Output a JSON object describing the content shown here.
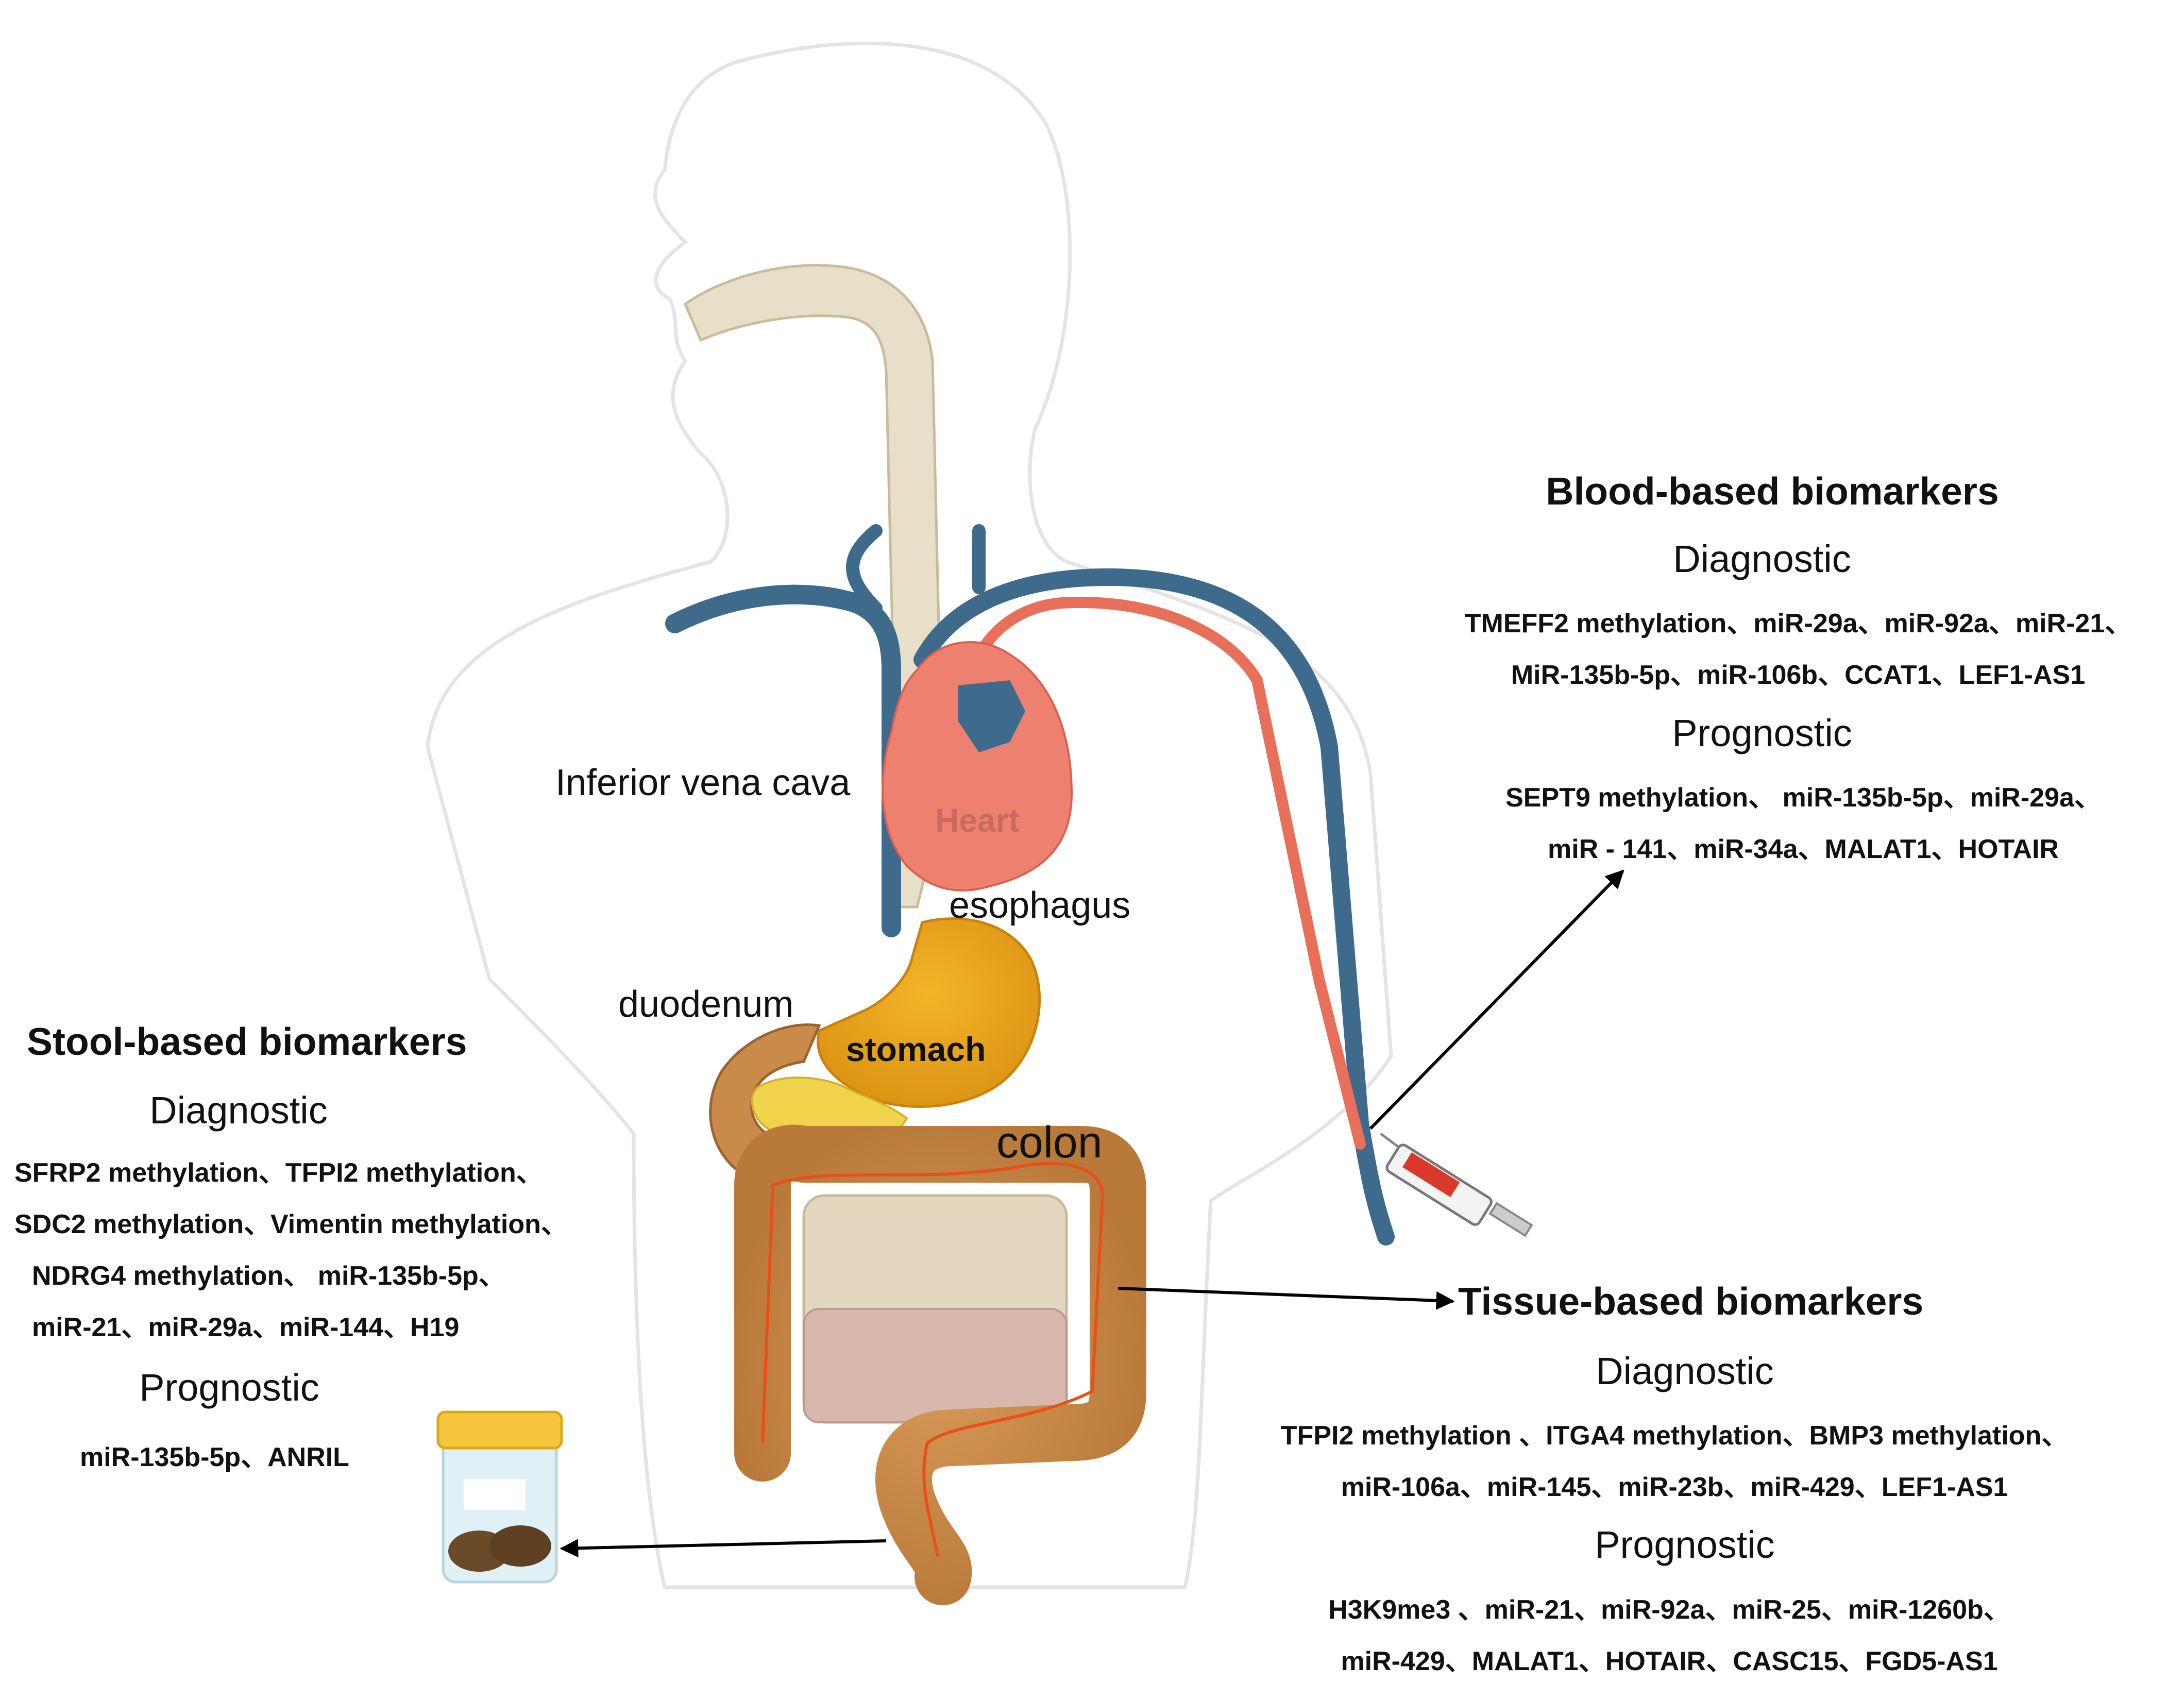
{
  "organs": {
    "inferior_vena_cava": "Inferior vena cava",
    "heart": "Heart",
    "esophagus": "esophagus",
    "duodenum": "duodenum",
    "stomach": "stomach",
    "colon": "colon"
  },
  "blood": {
    "title": "Blood-based biomarkers",
    "diagnostic_heading": "Diagnostic",
    "diagnostic_lines": [
      "TMEFF2 methylation、miR-29a、miR-92a、miR-21、",
      "MiR-135b-5p、miR-106b、CCAT1、LEF1-AS1"
    ],
    "prognostic_heading": "Prognostic",
    "prognostic_lines": [
      "SEPT9 methylation、 miR-135b-5p、miR-29a、",
      "miR - 141、miR-34a、MALAT1、HOTAIR"
    ]
  },
  "stool": {
    "title": "Stool-based biomarkers",
    "diagnostic_heading": "Diagnostic",
    "diagnostic_lines": [
      "SFRP2 methylation、TFPI2 methylation、",
      "SDC2 methylation、Vimentin methylation、",
      "NDRG4  methylation、 miR-135b-5p、",
      "miR-21、miR-29a、miR-144、H19"
    ],
    "prognostic_heading": "Prognostic",
    "prognostic_lines": [
      "miR-135b-5p、ANRIL"
    ]
  },
  "tissue": {
    "title": "Tissue-based biomarkers",
    "diagnostic_heading": "Diagnostic",
    "diagnostic_lines": [
      "TFPI2 methylation 、ITGA4 methylation、BMP3 methylation、",
      "miR-106a、miR-145、miR-23b、miR-429、LEF1-AS1"
    ],
    "prognostic_heading": "Prognostic",
    "prognostic_lines": [
      "H3K9me3 、miR-21、miR-92a、miR-25、miR-1260b、",
      "miR-429、MALAT1、HOTAIR、CASC15、FGD5-AS1"
    ]
  },
  "colors": {
    "vein": "#3e6a8c",
    "artery": "#e8705a",
    "heart": "#ee8070",
    "esophagus": "#e8dfc8",
    "stomach": "#e9a820",
    "colon": "#c98a4a",
    "vessel": "#e8501a",
    "body_outline": "#e4e4e4"
  }
}
